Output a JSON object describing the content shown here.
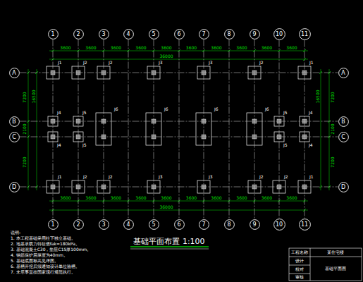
{
  "diagram": {
    "title": "基础平面布置 1:100",
    "nodes": [
      {
        "text": [
          "1"
        ]
      },
      {
        "text": [
          "2"
        ]
      },
      {
        "text": [
          "3"
        ]
      },
      {
        "text": [
          "4"
        ]
      },
      {
        "text": [
          "5"
        ]
      },
      {
        "text": [
          "6"
        ]
      },
      {
        "text": [
          "7"
        ]
      },
      {
        "text": [
          "8"
        ]
      },
      {
        "text": [
          "9"
        ]
      },
      {
        "text": [
          "10"
        ]
      },
      {
        "text": [
          "11"
        ]
      },
      {
        "text": [
          "A"
        ]
      },
      {
        "text": [
          "A"
        ]
      },
      {
        "text": [
          "B"
        ]
      },
      {
        "text": [
          "B"
        ]
      },
      {
        "text": [
          "C"
        ]
      },
      {
        "text": [
          "C"
        ]
      },
      {
        "text": [
          "D"
        ]
      },
      {
        "text": [
          "D"
        ]
      },
      {
        "text": [
          "1"
        ]
      },
      {
        "text": [
          "2"
        ]
      },
      {
        "text": [
          "3"
        ]
      },
      {
        "text": [
          "4"
        ]
      },
      {
        "text": [
          "5"
        ]
      },
      {
        "text": [
          "6"
        ]
      },
      {
        "text": [
          "7"
        ]
      },
      {
        "text": [
          "8"
        ]
      },
      {
        "text": [
          "9"
        ]
      },
      {
        "text": [
          "10"
        ]
      },
      {
        "text": [
          "11"
        ]
      }
    ],
    "edges": [
      {
        "from": 0,
        "to": 19,
        "arrow": "none"
      },
      {
        "from": 1,
        "to": 20,
        "arrow": "none"
      },
      {
        "from": 2,
        "to": 21,
        "arrow": "none"
      },
      {
        "from": 3,
        "to": 22,
        "arrow": "none"
      },
      {
        "from": 4,
        "to": 23,
        "arrow": "none"
      },
      {
        "from": 5,
        "to": 24,
        "arrow": "none"
      },
      {
        "from": 6,
        "to": 25,
        "arrow": "none"
      },
      {
        "from": 7,
        "to": 26,
        "arrow": "none"
      },
      {
        "from": 8,
        "to": 27,
        "arrow": "none"
      },
      {
        "from": 9,
        "to": 28,
        "arrow": "none"
      },
      {
        "from": 10,
        "to": 29,
        "arrow": "none"
      },
      {
        "from": 11,
        "to": 12,
        "arrow": "none"
      },
      {
        "from": 13,
        "to": 14,
        "arrow": "none"
      },
      {
        "from": 15,
        "to": 16,
        "arrow": "none"
      },
      {
        "from": 17,
        "to": 18,
        "arrow": "none"
      }
    ],
    "labels": [
      "3600",
      "3600",
      "3600",
      "3600",
      "3600",
      "3600",
      "3600",
      "3600",
      "3600",
      "3600",
      "36000",
      "3600",
      "3600",
      "3600",
      "3600",
      "3600",
      "3600",
      "3600",
      "3600",
      "3600",
      "3600",
      "36000",
      "7200",
      "2100",
      "7200",
      "16500",
      "7200",
      "2100",
      "7200",
      "16500",
      "J1",
      "J2",
      "J2",
      "J3",
      "J3",
      "J2",
      "J1",
      "J4",
      "J4",
      "J5",
      "J5",
      "J6",
      "J6",
      "J6",
      "J6",
      "J5",
      "J5",
      "J4",
      "J4",
      "J1",
      "J2",
      "J2",
      "J3",
      "J3",
      "J2",
      "J2",
      "J1",
      "说明:",
      "1. 本工程基础采用柱下独立基础。",
      "2. 地基承载力特征值fak=180kPa。",
      "3. 基础混凝土C30，垫层C15厚100mm。",
      "4. 钢筋保护层厚度为40mm。",
      "5. 基础底面标高见详图。",
      "6. 基槽开挖后须通知设计单位验槽。",
      "7. 未尽事宜按国家现行规范执行。",
      "工程名称",
      "某住宅楼",
      "设计",
      "校对",
      "审核",
      "基础平面图"
    ]
  }
}
